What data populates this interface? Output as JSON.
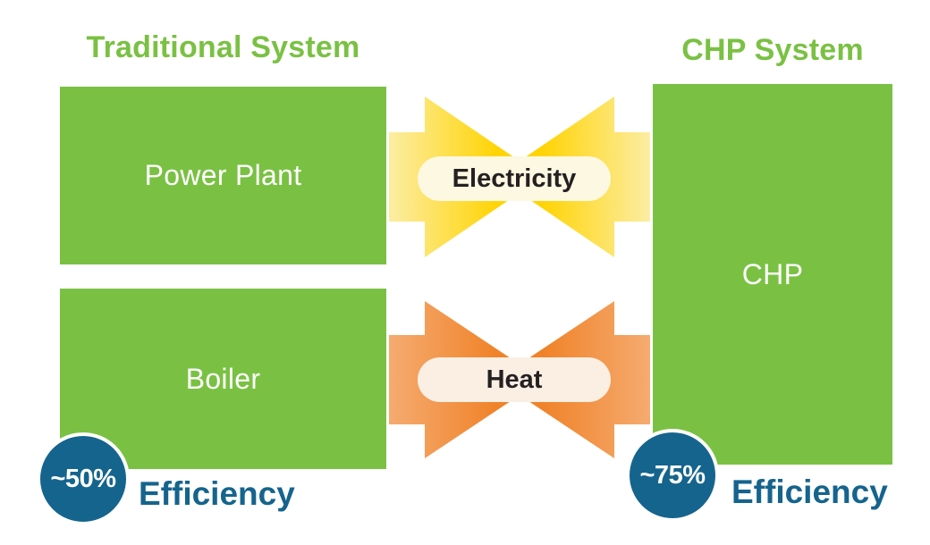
{
  "titles": {
    "traditional": "Traditional System",
    "chp": "CHP System"
  },
  "boxes": {
    "power_plant": "Power Plant",
    "boiler": "Boiler",
    "chp": "CHP"
  },
  "flows": {
    "electricity": "Electricity",
    "heat": "Heat"
  },
  "efficiency": {
    "traditional": {
      "value": "~50%",
      "label": "Efficiency"
    },
    "chp": {
      "value": "~75%",
      "label": "Efficiency"
    }
  },
  "colors": {
    "green": "#7AC143",
    "yellow": "#FFD406",
    "yellow_light": "#FCEDA4",
    "orange": "#F0832A",
    "orange_light": "#F5AB70",
    "electricity_pill_bg": "#FCF8E1",
    "heat_pill_bg": "#FBEFE4",
    "blue": "#15648D",
    "dark_text": "#252022",
    "white": "#FFFFFF"
  }
}
